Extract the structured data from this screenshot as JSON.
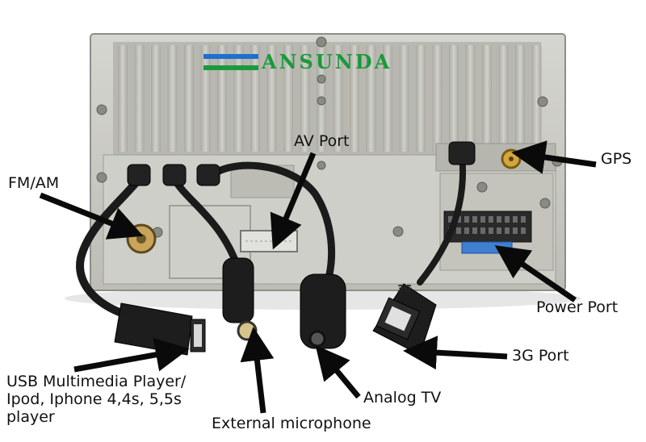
{
  "brand": {
    "text": "ANSUNDA",
    "colors": {
      "green": "#1a9a3a",
      "blue": "#1e6fd0"
    }
  },
  "labels": {
    "av_port": "AV Port",
    "gps": "GPS",
    "fm_am": "FM/AM",
    "power_port": "Power Port",
    "port_3g": "3G Port",
    "usb": "USB Multimedia Player/\nIpod, Iphone 4,4s, 5,5s\nplayer",
    "analog_tv": "Analog TV",
    "external_mic": "External microphone"
  },
  "tag_3g": "3G",
  "colors": {
    "panel": "#c9c9c2",
    "panel_dark": "#a7a7a0",
    "cable": "#1b1b1b",
    "arrow": "#0a0a0a"
  }
}
